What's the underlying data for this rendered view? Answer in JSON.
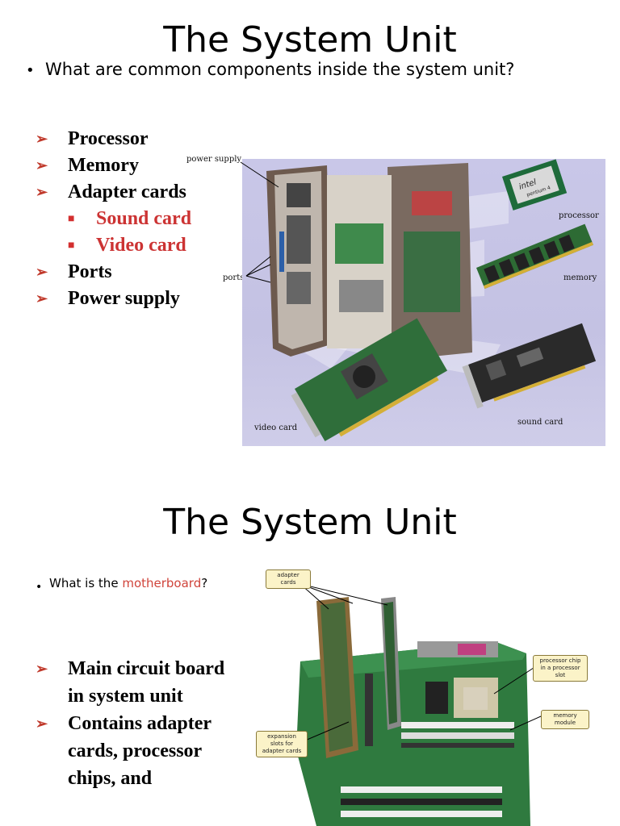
{
  "slide1": {
    "title": "The System Unit",
    "question": "What are common components inside the system unit?",
    "items": [
      {
        "label": "Processor"
      },
      {
        "label": "Memory"
      },
      {
        "label": "Adapter cards"
      },
      {
        "label": "Sound card"
      },
      {
        "label": "Video card"
      },
      {
        "label": "Ports"
      },
      {
        "label": "Power supply"
      }
    ],
    "image_labels": {
      "power_supply": "power supply",
      "ports": "ports",
      "processor": "processor",
      "memory": "memory",
      "video_card": "video card",
      "sound_card": "sound card",
      "chip_brand": "intel",
      "chip_model": "pentium 4"
    }
  },
  "slide2": {
    "title": "The System Unit",
    "question_pre": "What is the ",
    "question_highlight": "motherboard",
    "question_post": "?",
    "items": [
      {
        "label": "Main circuit board in system unit"
      },
      {
        "label": "Contains adapter cards, processor chips, and"
      }
    ],
    "callouts": {
      "adapter_cards": "adapter cards",
      "processor_chip": "processor chip in a processor slot",
      "memory_module": "memory module",
      "expansion_slots": "expansion slots for adapter cards"
    }
  },
  "colors": {
    "bullet_arrow": "#c0392b",
    "sub_item": "#cc3333",
    "highlight": "#d0443b",
    "photo_bg": "#c9c7e8"
  }
}
